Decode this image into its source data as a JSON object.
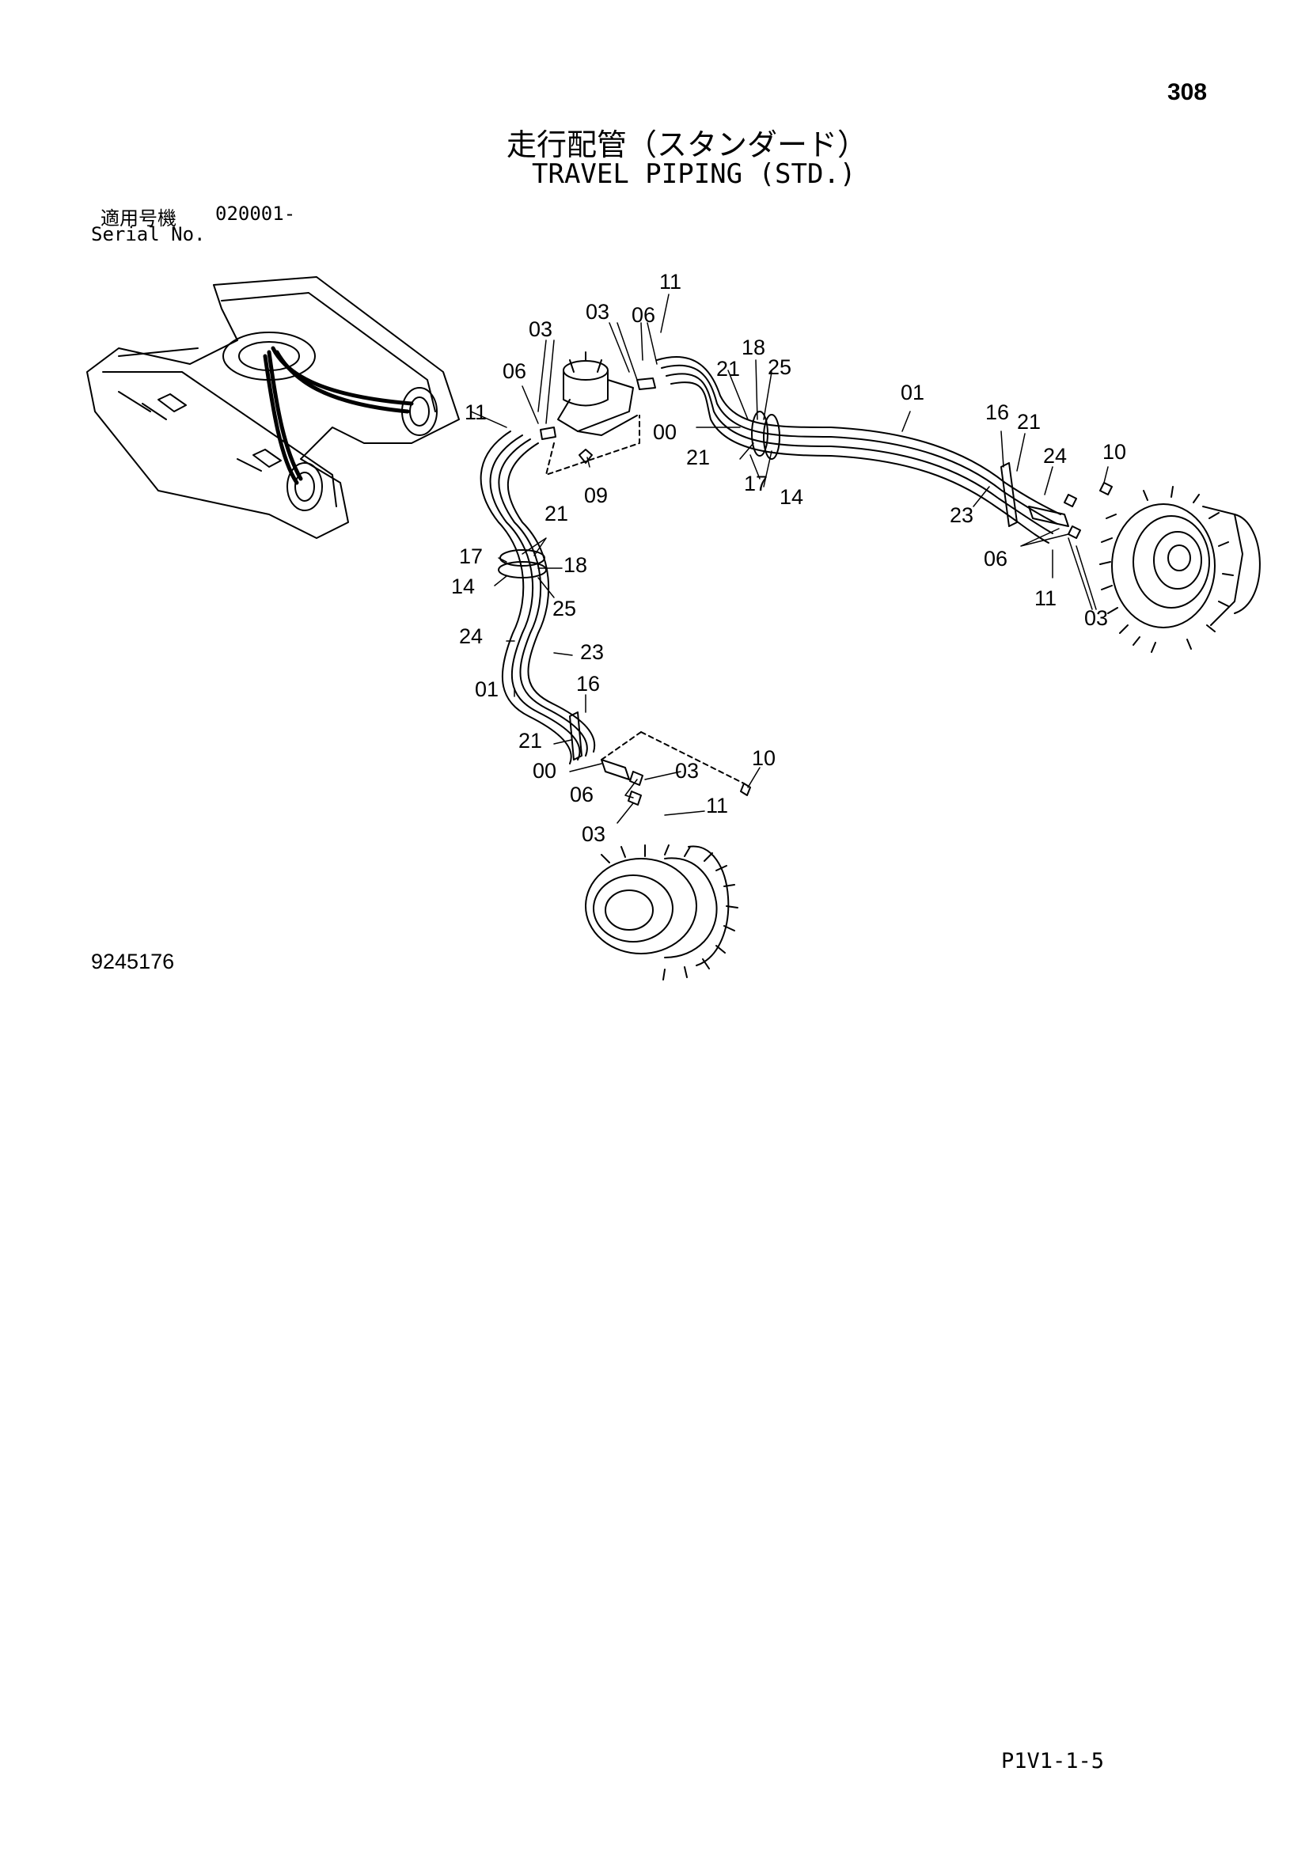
{
  "header": {
    "page_number": "308",
    "title_ja": "走行配管（スタンダード）",
    "title_en": "TRAVEL PIPING (STD.)",
    "serial_label_ja": "適用号機",
    "serial_value": "020001-",
    "serial_label_en": "Serial No."
  },
  "diagram": {
    "drawing_id": "9245176",
    "callouts": [
      {
        "id": "c-11-top",
        "label": "11"
      },
      {
        "id": "c-03-top",
        "label": "03"
      },
      {
        "id": "c-03-top2",
        "label": "03"
      },
      {
        "id": "c-06-top",
        "label": "06"
      },
      {
        "id": "c-06-top2",
        "label": "06"
      },
      {
        "id": "c-11-left",
        "label": "11"
      },
      {
        "id": "c-18-top",
        "label": "18"
      },
      {
        "id": "c-21-top",
        "label": "21"
      },
      {
        "id": "c-25-top",
        "label": "25"
      },
      {
        "id": "c-00-top",
        "label": "00"
      },
      {
        "id": "c-21-top2",
        "label": "21"
      },
      {
        "id": "c-17-top",
        "label": "17"
      },
      {
        "id": "c-14-top",
        "label": "14"
      },
      {
        "id": "c-09",
        "label": "09"
      },
      {
        "id": "c-01-top",
        "label": "01"
      },
      {
        "id": "c-16-right",
        "label": "16"
      },
      {
        "id": "c-21-right",
        "label": "21"
      },
      {
        "id": "c-24-right",
        "label": "24"
      },
      {
        "id": "c-10-right",
        "label": "10"
      },
      {
        "id": "c-23-right",
        "label": "23"
      },
      {
        "id": "c-06-right",
        "label": "06"
      },
      {
        "id": "c-11-right",
        "label": "11"
      },
      {
        "id": "c-03-right",
        "label": "03"
      },
      {
        "id": "c-21-mid",
        "label": "21"
      },
      {
        "id": "c-17-mid",
        "label": "17"
      },
      {
        "id": "c-18-mid",
        "label": "18"
      },
      {
        "id": "c-14-mid",
        "label": "14"
      },
      {
        "id": "c-25-mid",
        "label": "25"
      },
      {
        "id": "c-24-mid",
        "label": "24"
      },
      {
        "id": "c-23-mid",
        "label": "23"
      },
      {
        "id": "c-01-mid",
        "label": "01"
      },
      {
        "id": "c-16-mid",
        "label": "16"
      },
      {
        "id": "c-21-low",
        "label": "21"
      },
      {
        "id": "c-00-low",
        "label": "00"
      },
      {
        "id": "c-03-low",
        "label": "03"
      },
      {
        "id": "c-10-low",
        "label": "10"
      },
      {
        "id": "c-06-low",
        "label": "06"
      },
      {
        "id": "c-11-low",
        "label": "11"
      },
      {
        "id": "c-03-low2",
        "label": "03"
      }
    ]
  },
  "footer": {
    "page_ref": "P1V1-1-5"
  }
}
